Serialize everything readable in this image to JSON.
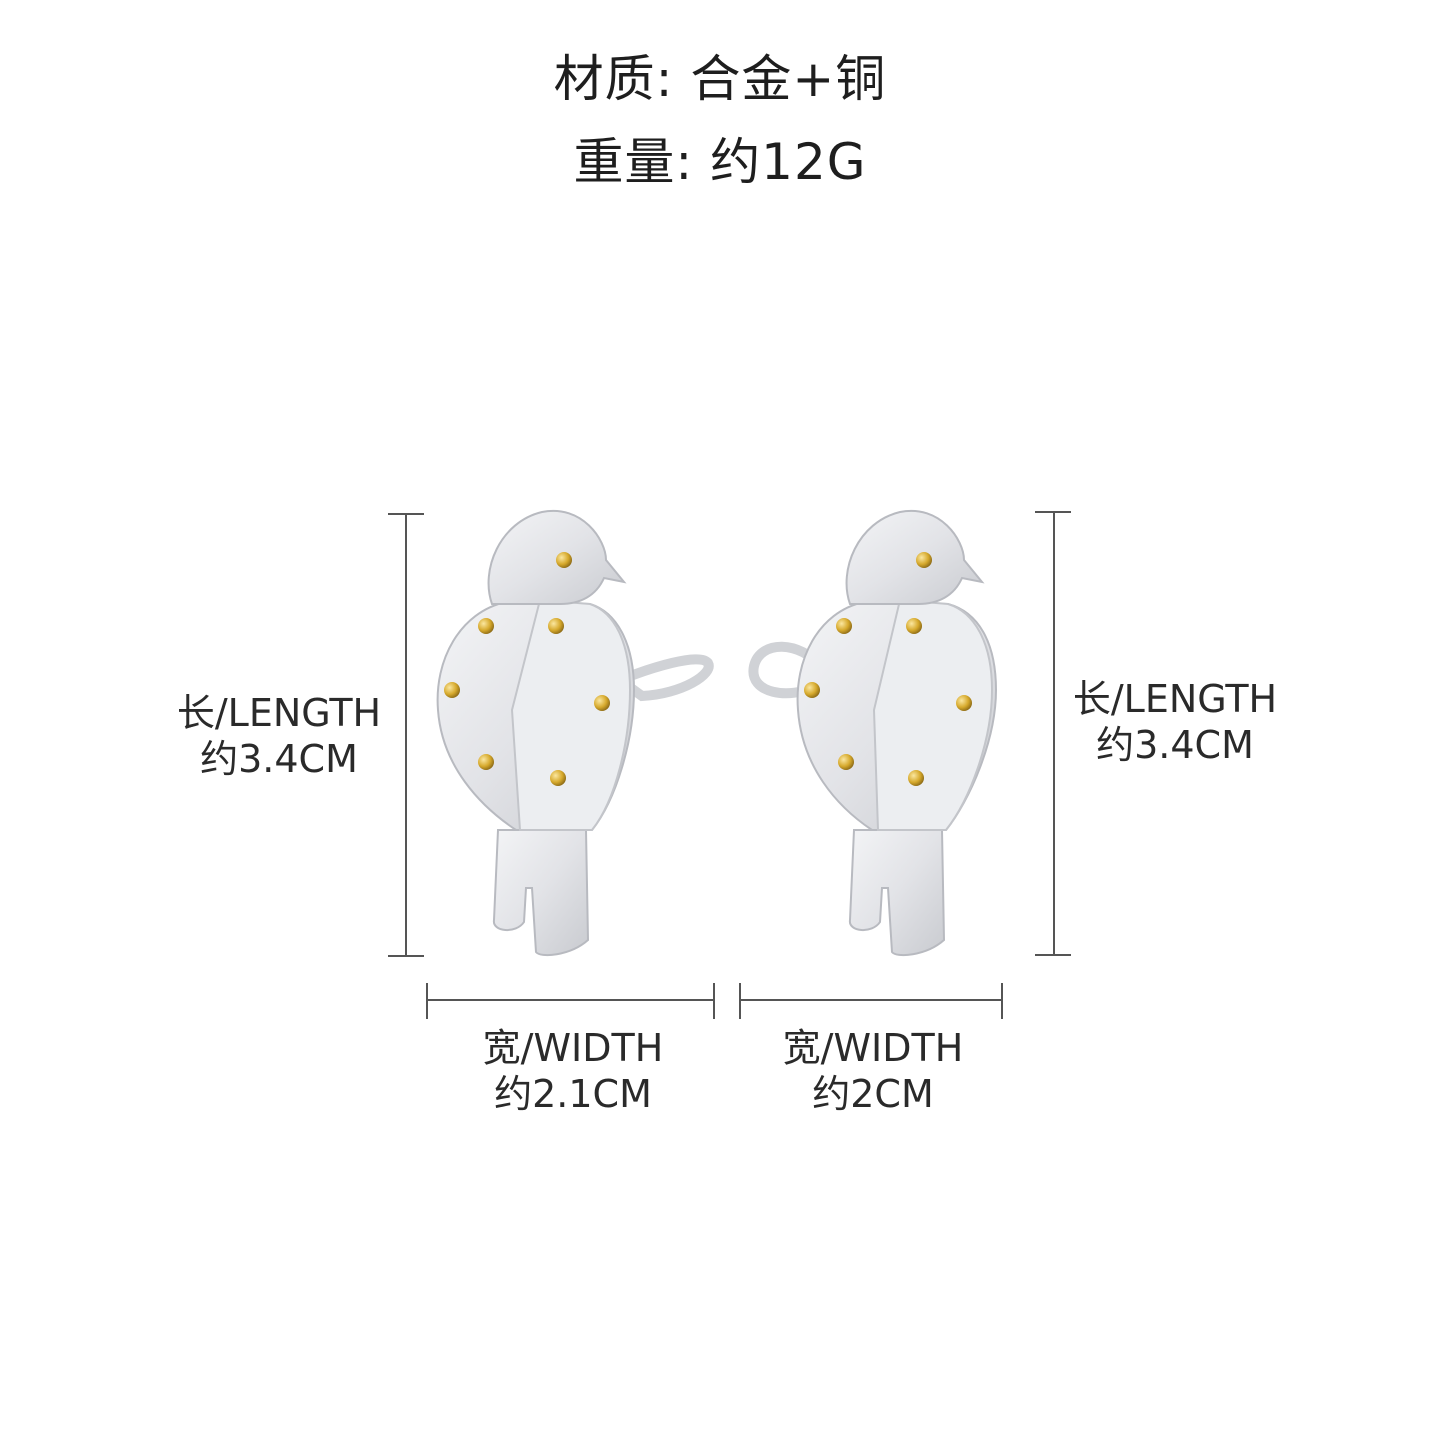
{
  "specs": {
    "material": "材质:  合金+铜",
    "weight": "重量:  约12G"
  },
  "dimensions": {
    "left_length_label": "长/LENGTH",
    "left_length_value": "约3.4CM",
    "right_length_label": "长/LENGTH",
    "right_length_value": "约3.4CM",
    "left_width_label": "宽/WIDTH",
    "left_width_value": "约2.1CM",
    "right_width_label": "宽/WIDTH",
    "right_width_value": "约2CM"
  },
  "colors": {
    "background": "#ffffff",
    "silver": "#e6e7ea",
    "silver_shade": "#c9cbd0",
    "gold_bead": "#d6a92c",
    "rule": "#555555"
  }
}
